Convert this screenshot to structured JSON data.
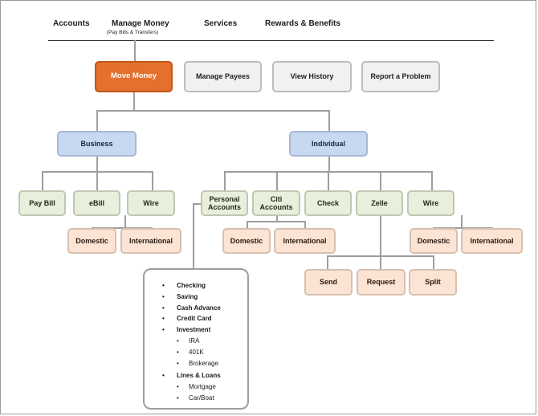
{
  "nav": {
    "items": [
      "Accounts",
      "Manage Money",
      "Services",
      "Rewards & Benefits"
    ],
    "manage_money_sub": "(Pay Bills & Transfers)"
  },
  "top_tabs": [
    "Move Money",
    "Manage Payees",
    "View History",
    "Report a Problem"
  ],
  "groups": {
    "business": "Business",
    "individual": "Individual"
  },
  "business_items": [
    "Pay Bill",
    "eBill",
    "Wire"
  ],
  "business_wire_children": [
    "Domestic",
    "International"
  ],
  "individual_items": {
    "personal_accounts": "Personal Accounts",
    "citi_accounts": "Citi Accounts",
    "check": "Check",
    "zelle": "Zelle",
    "wire": "Wire"
  },
  "citi_children": [
    "Domestic",
    "International"
  ],
  "zelle_children": [
    "Send",
    "Request",
    "Split"
  ],
  "individual_wire_children": [
    "Domestic",
    "International"
  ],
  "personal_account_types": {
    "checking": "Checking",
    "saving": "Saving",
    "cash_advance": "Cash Advance",
    "credit_card": "Credit Card",
    "investment": "Investment",
    "investment_subs": [
      "IRA",
      "401K",
      "Brokerage"
    ],
    "lines_loans": "Lines & Loans",
    "lines_loans_subs": [
      "Mortgage",
      "Car/Boat"
    ]
  },
  "colors": {
    "move_money": "#e3712d",
    "group": "#c9d8f1",
    "level2": "#e8efdc",
    "level3": "#fbe4d4",
    "tab": "#f1f1f1",
    "connector": "#9e9e9e"
  }
}
